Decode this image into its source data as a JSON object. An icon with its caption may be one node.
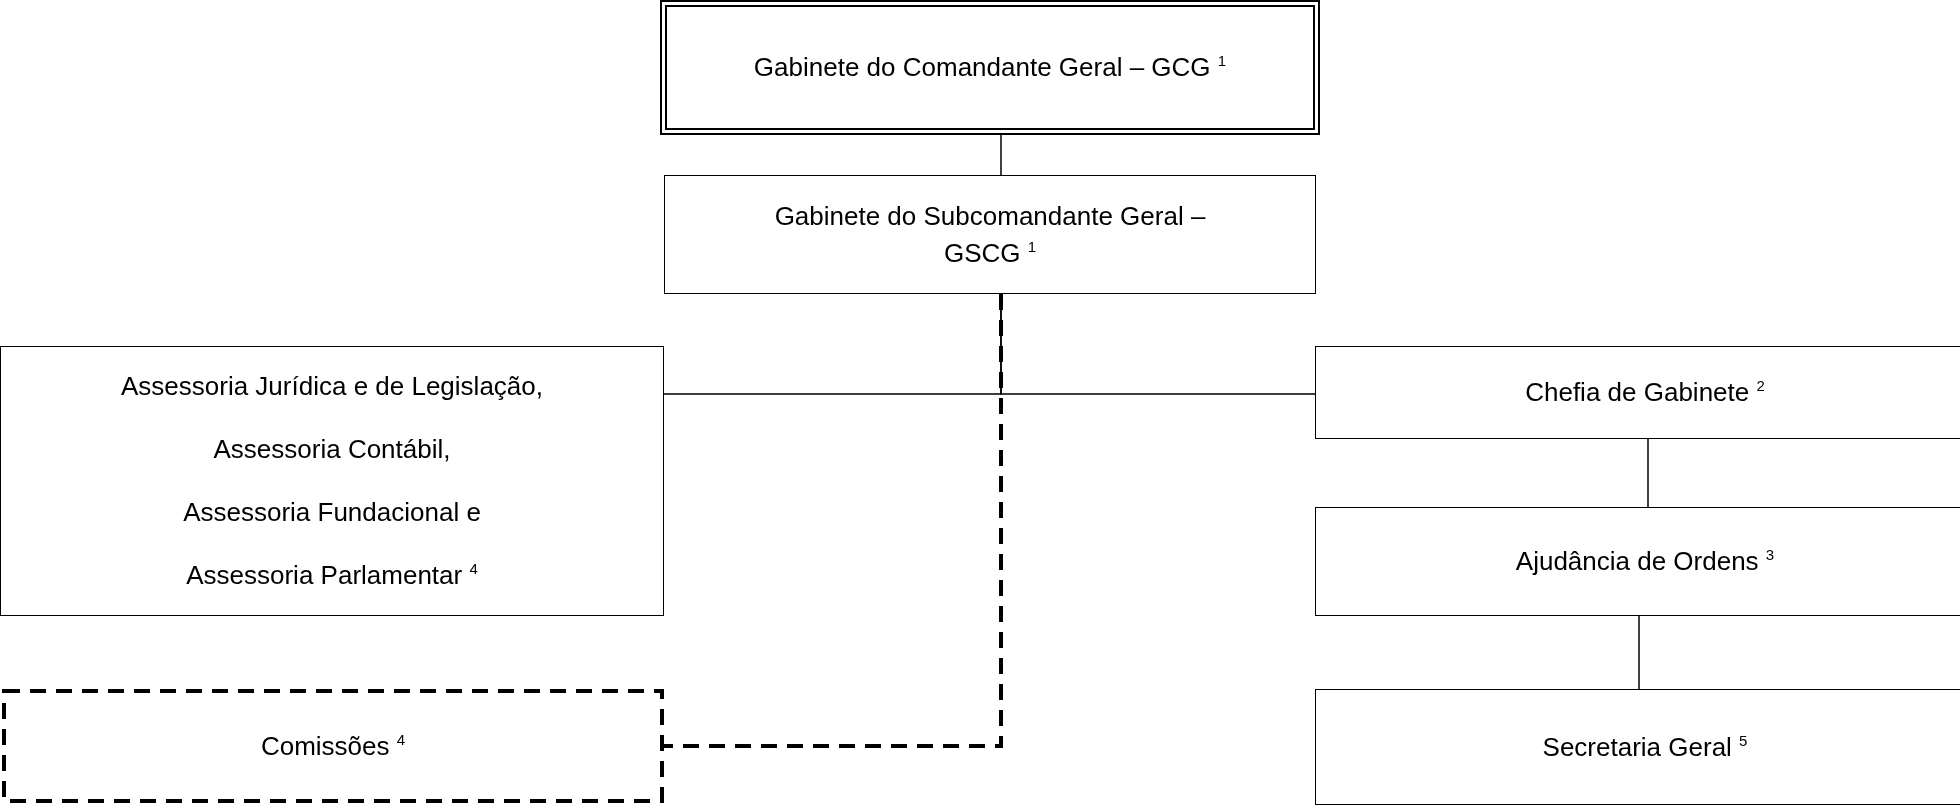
{
  "diagram": {
    "nodes": [
      {
        "text": [
          "Gabinete do Comandante Geral – GCG $^{1}$"
        ]
      },
      {
        "text": [
          "Gabinete do Subcomandante Geral – GSCG $^{1}$"
        ]
      },
      {
        "text": [
          "Assessoria Jurídica e de Legislação,",
          "Assessoria Contábil,",
          "Assessoria Fundacional e",
          "Assessoria Parlamentar $^{4}$"
        ]
      },
      {
        "text": [
          "Chefia de Gabinete $^{2}$"
        ]
      },
      {
        "text": [
          "Ajudância de Ordens $^{3}$"
        ]
      },
      {
        "text": [
          "Comissões $^{4}$"
        ]
      },
      {
        "text": [
          "Secretaria Geral $^{5}$"
        ]
      }
    ],
    "edges": [
      {
        "from": 0,
        "to": 1,
        "arrow": "none"
      },
      {
        "from": 1,
        "to": 2,
        "arrow": "none"
      },
      {
        "from": 1,
        "to": 3,
        "arrow": "none"
      },
      {
        "from": 1,
        "to": 5,
        "arrow": "none",
        "style": "dashed"
      },
      {
        "from": 3,
        "to": 4,
        "arrow": "none"
      },
      {
        "from": 4,
        "to": 6,
        "arrow": "none"
      }
    ]
  }
}
